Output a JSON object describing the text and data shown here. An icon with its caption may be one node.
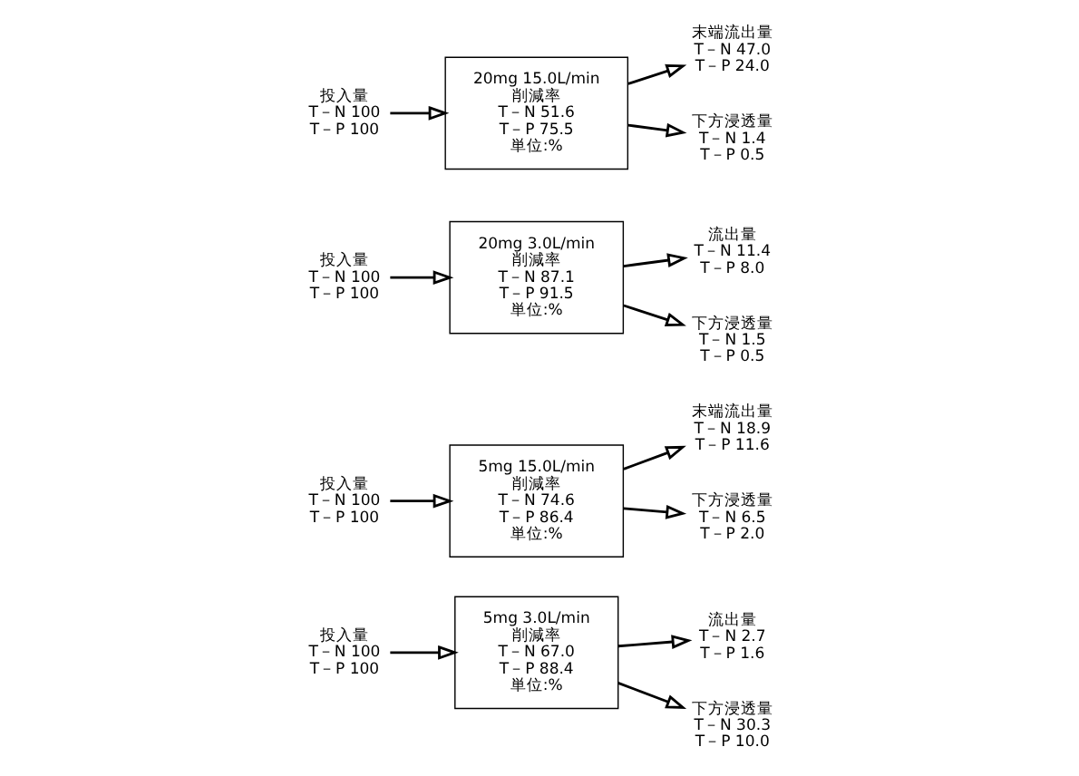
{
  "diagram": {
    "nodes": [
      {
        "text": [
          "投入量",
          "T－N 100",
          "T－P 100"
        ]
      },
      {
        "text": [
          "5mg 3.0L/min",
          "削減率",
          "T－N 67.0",
          "T－P 88.4",
          "単位:%"
        ]
      },
      {
        "text": [
          "流出量",
          "T－N 2.7",
          "T－P 1.6"
        ]
      },
      {
        "text": [
          "下方浸透量",
          "T－N 30.3",
          "T－P 10.0"
        ]
      },
      {
        "text": [
          "投入量",
          "T－N 100",
          "T－P 100"
        ]
      },
      {
        "text": [
          "5mg 15.0L/min",
          "削減率",
          "T－N 74.6",
          "T－P 86.4",
          "単位:%"
        ]
      },
      {
        "text": [
          "末端流出量",
          "T－N 18.9",
          "T－P 11.6"
        ]
      },
      {
        "text": [
          "下方浸透量",
          "T－N 6.5",
          "T－P 2.0"
        ]
      },
      {
        "text": [
          "投入量",
          "T－N 100",
          "T－P 100"
        ]
      },
      {
        "text": [
          "20mg 3.0L/min",
          "削減率",
          "T－N 87.1",
          "T－P 91.5",
          "単位:%"
        ]
      },
      {
        "text": [
          "流出量",
          "T－N 11.4",
          "T－P 8.0"
        ]
      },
      {
        "text": [
          "下方浸透量",
          "T－N 1.5",
          "T－P 0.5"
        ]
      },
      {
        "text": [
          "投入量",
          "T－N 100",
          "T－P 100"
        ]
      },
      {
        "text": [
          "20mg 15.0L/min",
          "削減率",
          "T－N 51.6",
          "T－P 75.5",
          "単位:%"
        ]
      },
      {
        "text": [
          "末端流出量",
          "T－N 47.0",
          "T－P 24.0"
        ]
      },
      {
        "text": [
          "下方浸透量",
          "T－N 1.4",
          "T－P 0.5"
        ]
      }
    ],
    "edges": [
      {
        "from": 0,
        "to": 1,
        "arrow": "to"
      },
      {
        "from": 1,
        "to": 2,
        "arrow": "to"
      },
      {
        "from": 1,
        "to": 3,
        "arrow": "to"
      },
      {
        "from": 4,
        "to": 5,
        "arrow": "to"
      },
      {
        "from": 5,
        "to": 6,
        "arrow": "to"
      },
      {
        "from": 5,
        "to": 7,
        "arrow": "to"
      },
      {
        "from": 8,
        "to": 9,
        "arrow": "to"
      },
      {
        "from": 9,
        "to": 10,
        "arrow": "to"
      },
      {
        "from": 9,
        "to": 11,
        "arrow": "to"
      },
      {
        "from": 12,
        "to": 13,
        "arrow": "to"
      },
      {
        "from": 13,
        "to": 14,
        "arrow": "to"
      },
      {
        "from": 13,
        "to": 15,
        "arrow": "to"
      }
    ]
  }
}
